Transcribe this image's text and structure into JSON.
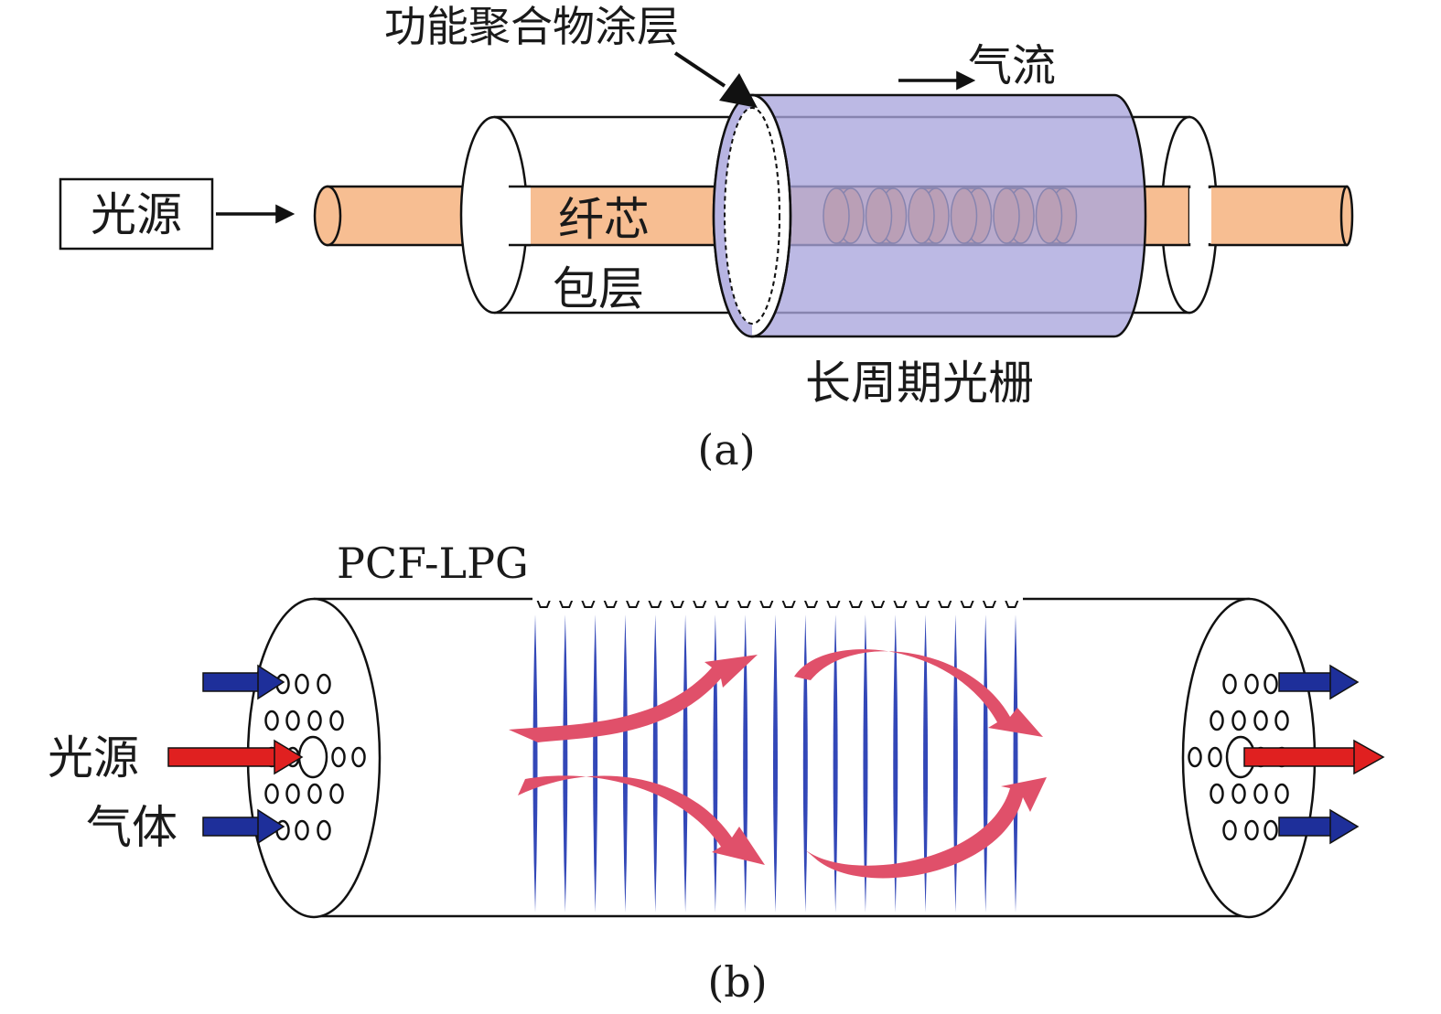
{
  "panel_a": {
    "caption": "(a)",
    "labels": {
      "coating": "功能聚合物涂层",
      "airflow": "气流",
      "light_source": "光源",
      "core": "纤芯",
      "cladding": "包层",
      "grating": "长周期光栅"
    },
    "colors": {
      "core": "#f7be92",
      "grating_segment": "#f58a2d",
      "coating": "#b7b4e2",
      "outline": "#111111"
    },
    "grating_segment_count": 6
  },
  "panel_b": {
    "caption": "(b)",
    "labels": {
      "fiber": "PCF-LPG",
      "light_source": "光源",
      "gas": "气体"
    },
    "colors": {
      "grating_line": "#3348b8",
      "gas_arrow": "#1e2f9a",
      "light_arrow": "#e02020",
      "flow_arrow": "#e0506a"
    },
    "grating_line_count": 17
  }
}
